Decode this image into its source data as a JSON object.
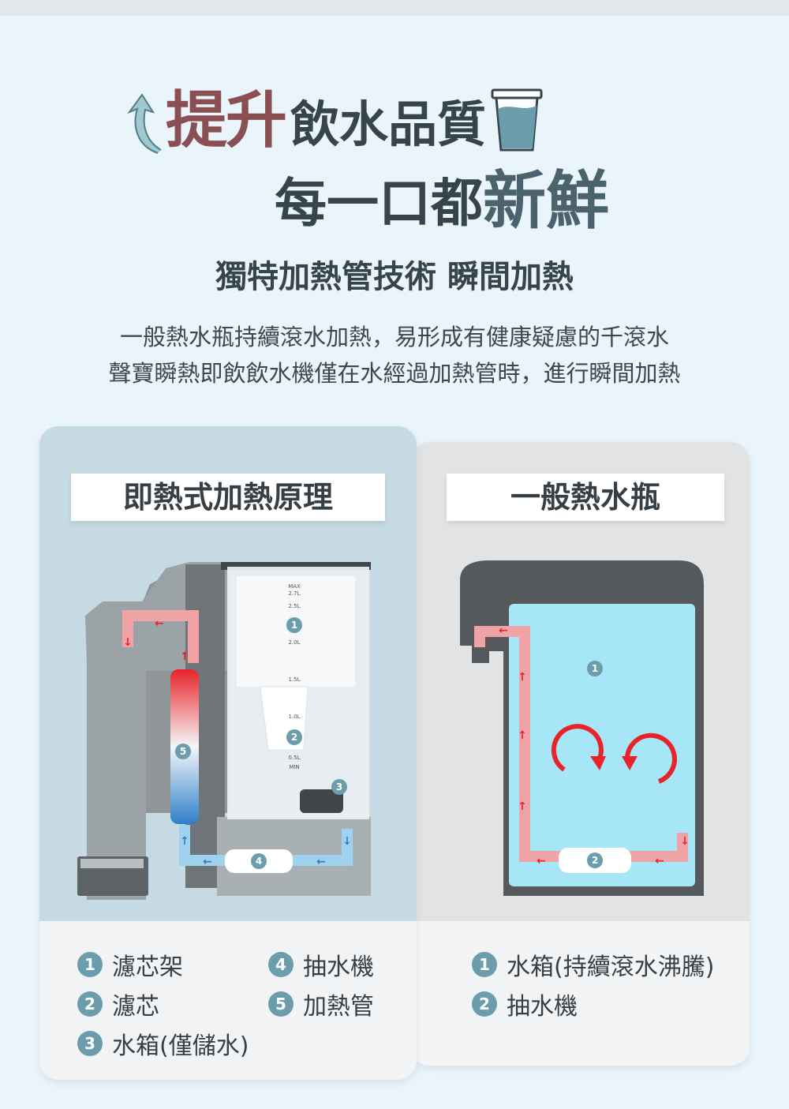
{
  "header": {
    "line1_emphasis": "提升",
    "line1_rest": "飲水品質",
    "line2_rest": "每一口都",
    "line2_emphasis": "新鮮",
    "subtitle": "獨特加熱管技術 瞬間加熱",
    "description": [
      "一般熱水瓶持續滾水加熱，易形成有健康疑慮的千滾水",
      "聲寶瞬熱即飲飲水機僅在水經過加熱管時，進行瞬間加熱"
    ]
  },
  "left_panel": {
    "title": "即熱式加熱原理",
    "scale_marks": [
      "MAX",
      "2.7L",
      "2.5L",
      "2.0L",
      "1.5L",
      "1.0L",
      "0.5L",
      "MIN"
    ],
    "legend": [
      {
        "num": "1",
        "label": "濾芯架"
      },
      {
        "num": "2",
        "label": "濾芯"
      },
      {
        "num": "3",
        "label": "水箱(僅儲水)"
      },
      {
        "num": "4",
        "label": "抽水機"
      },
      {
        "num": "5",
        "label": "加熱管"
      }
    ]
  },
  "right_panel": {
    "title": "一般熱水瓶",
    "legend": [
      {
        "num": "1",
        "label": "水箱(持續滾水沸騰)"
      },
      {
        "num": "2",
        "label": "抽水機"
      }
    ]
  },
  "colors": {
    "badge": "#6b9dac",
    "hot": "#e8242a",
    "cold": "#3b8fd0",
    "title_accent": "#8a4f52"
  }
}
